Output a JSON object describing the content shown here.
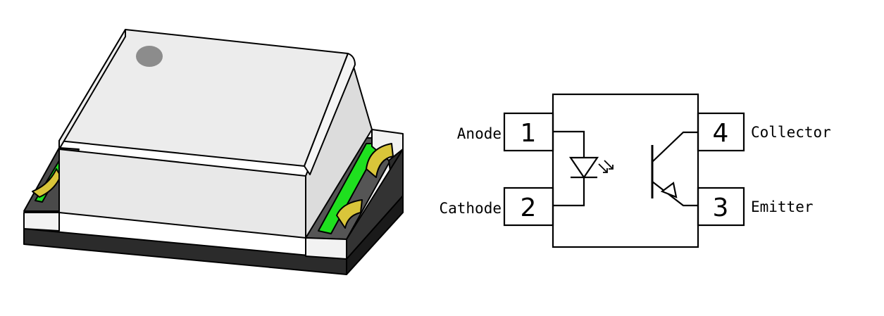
{
  "pins": [
    {
      "number": "1",
      "name": "Anode"
    },
    {
      "number": "2",
      "name": "Cathode"
    },
    {
      "number": "3",
      "name": "Emitter"
    },
    {
      "number": "4",
      "name": "Collector"
    }
  ],
  "package": {
    "body_color": "#e6e6e6",
    "base_color": "#3a3a3a",
    "pad_color": "#1fe01f",
    "lead_color": "#d9c53a",
    "pin1_marker_color": "#8c8c8c"
  }
}
